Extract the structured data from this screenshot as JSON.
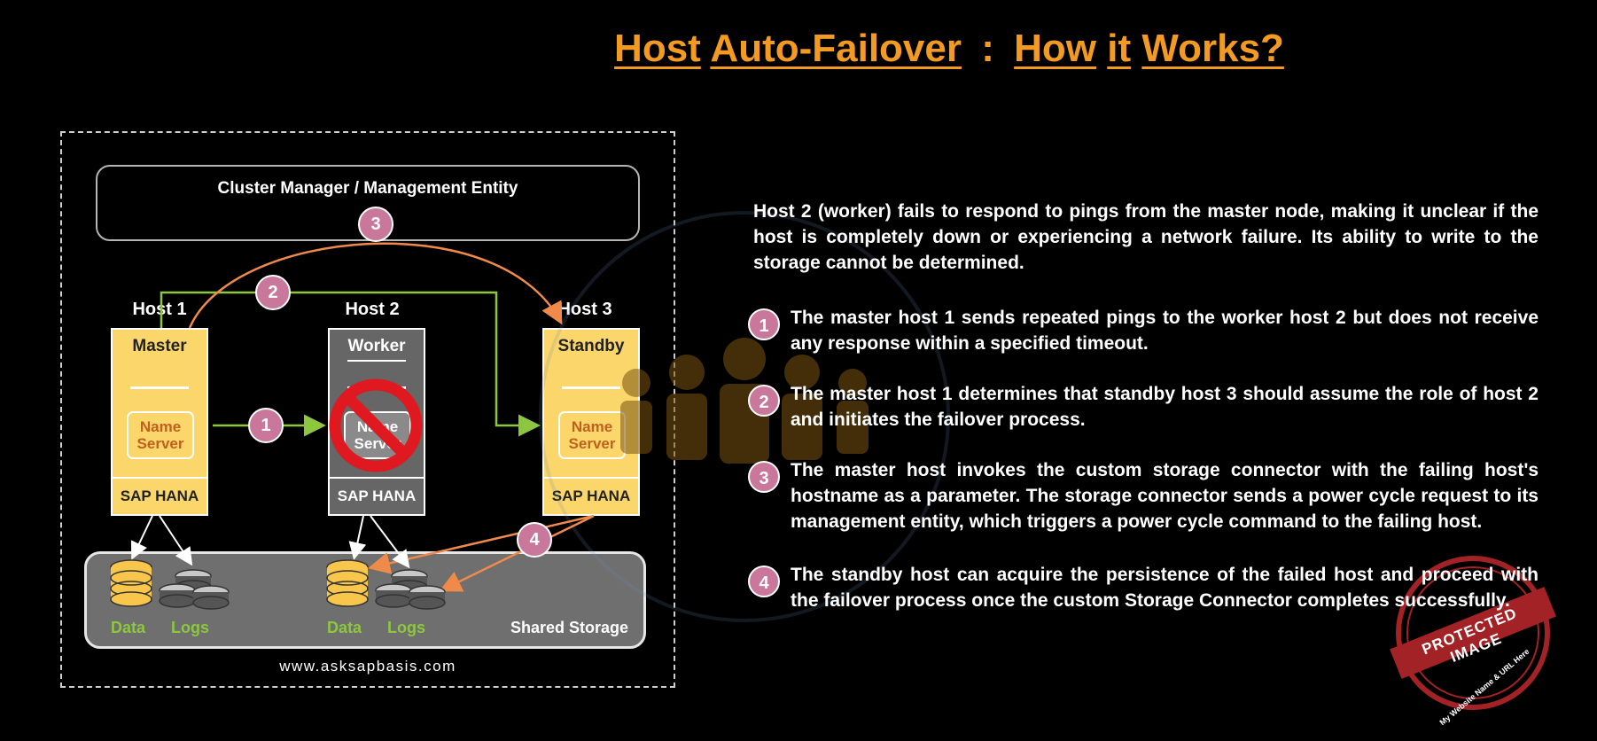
{
  "title": {
    "words": [
      "Host",
      "Auto-Failover",
      ":",
      "How",
      "it",
      "Works?"
    ]
  },
  "diagram": {
    "cluster_label": "Cluster Manager / Management Entity",
    "hosts": [
      {
        "label": "Host 1",
        "role": "Master",
        "name_server": [
          "Name",
          "Server"
        ],
        "db": "SAP HANA",
        "state": "active"
      },
      {
        "label": "Host 2",
        "role": "Worker",
        "name_server": [
          "Name",
          "Server"
        ],
        "db": "SAP HANA",
        "state": "failed"
      },
      {
        "label": "Host 3",
        "role": "Standby",
        "name_server": [
          "Name",
          "Server"
        ],
        "db": "SAP HANA",
        "state": "active"
      }
    ],
    "badges": [
      "1",
      "2",
      "3",
      "4"
    ],
    "storage": {
      "data_label": "Data",
      "logs_label": "Logs",
      "shared_label": "Shared Storage"
    },
    "url": "www.asksapbasis.com"
  },
  "description": {
    "intro": "Host 2 (worker) fails to respond to pings from the master node, making it unclear if the host is completely down or experiencing a network failure. Its ability to write to the storage cannot be determined.",
    "steps": [
      {
        "num": "1",
        "text": "The master host 1 sends repeated pings to the worker host 2 but does not receive any response within a specified timeout."
      },
      {
        "num": "2",
        "text": "The master host 1 determines that standby host 3 should assume the role of host 2 and initiates the failover process."
      },
      {
        "num": "3",
        "text": "The master host invokes the custom storage connector with the failing host's hostname as a parameter. The storage connector sends a power cycle request to its management entity, which triggers a power cycle command to the failing host."
      },
      {
        "num": "4",
        "text": "The standby host can acquire the persistence of the failed host and proceed with the failover process once the custom Storage Connector completes successfully."
      }
    ]
  },
  "stamp": {
    "text": "PROTECTED IMAGE",
    "subtext": "My Website Name & URL Here"
  },
  "colors": {
    "title": "#f39a22",
    "host_active": "#fbd66a",
    "host_failed": "#666666",
    "badge": "#c9779a",
    "arrow_green": "#8dc63f",
    "arrow_orange": "#f08a4b",
    "storage_bg": "#6f6f6f",
    "stamp": "#c0282d"
  }
}
